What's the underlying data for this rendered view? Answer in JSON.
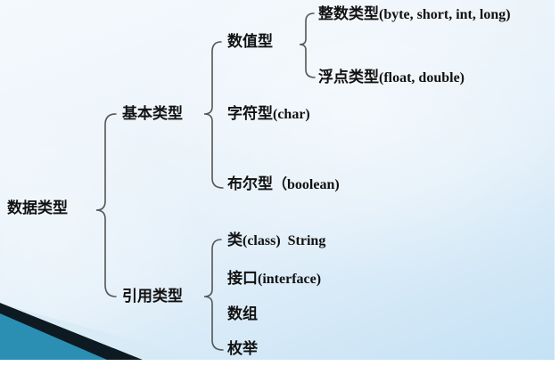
{
  "diagram": {
    "type": "tree-brace",
    "colors": {
      "background_top": "#f4f9fd",
      "background_bottom": "#c4e1f5",
      "text": "#111111",
      "brace": "#555555",
      "wedge_dark": "#0d1a22",
      "wedge_teal": "#2a8fb3"
    },
    "root": {
      "label": "数据类型"
    },
    "primitive": {
      "label": "基本类型",
      "numeric": {
        "label": "数值型",
        "integer": {
          "cn": "整数类型",
          "en": "(byte, short, int, long)"
        },
        "float": {
          "cn": "浮点类型",
          "en": "(float, double)"
        }
      },
      "char": {
        "cn": "字符型",
        "en": "(char)"
      },
      "boolean": {
        "cn": "布尔型",
        "en": "（boolean)"
      }
    },
    "reference": {
      "label": "引用类型",
      "class": {
        "cn": "类",
        "en": "(class)  String"
      },
      "interface": {
        "cn": "接口",
        "en": "(interface)"
      },
      "array": {
        "cn": "数组"
      },
      "enum": {
        "cn": "枚举"
      }
    }
  }
}
